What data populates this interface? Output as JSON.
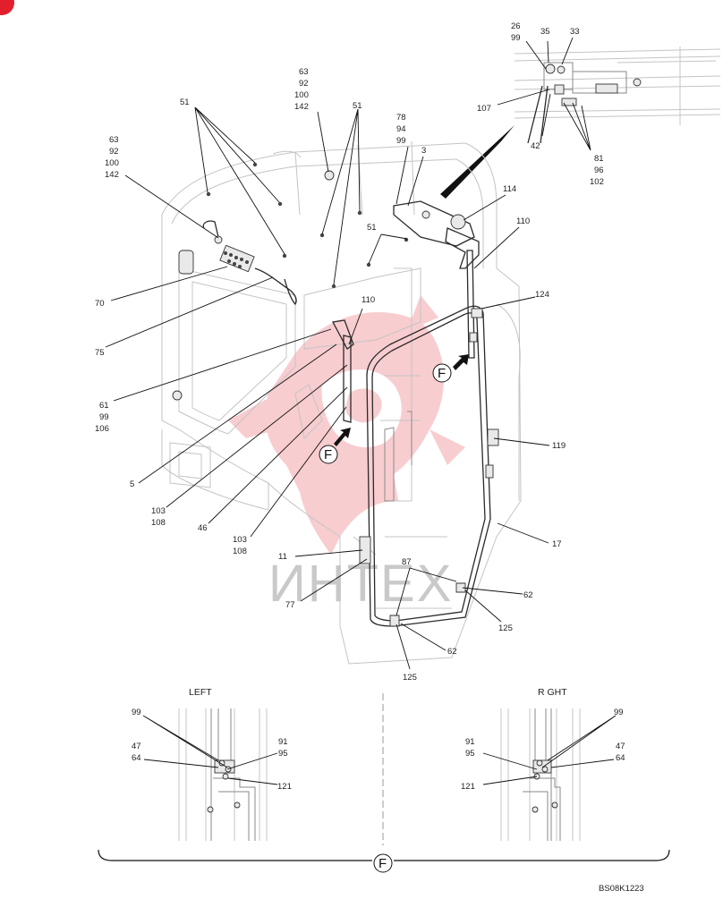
{
  "colors": {
    "watermark": "#e41f2d",
    "line": "#2a2a2a",
    "faint": "#c4c4c4"
  },
  "watermark_text": "ИНТЕХ",
  "main_labels": [
    "26",
    "99",
    "35",
    "33",
    "107",
    "42",
    "81",
    "96",
    "102",
    "63",
    "92",
    "100",
    "142",
    "51",
    "78",
    "94",
    "99",
    "3",
    "63",
    "92",
    "100",
    "142",
    "51",
    "114",
    "110",
    "51",
    "124",
    "70",
    "75",
    "110",
    "61",
    "99",
    "106",
    "5",
    "103",
    "108",
    "46",
    "103",
    "108",
    "119",
    "17",
    "11",
    "87",
    "77",
    "62",
    "125",
    "62",
    "125"
  ],
  "view_markers": [
    "F",
    "F",
    "F"
  ],
  "detail_titles": {
    "left": "LEFT",
    "right": "R GHT"
  },
  "left_labels": [
    "99",
    "47",
    "64",
    "91",
    "95",
    "121"
  ],
  "right_labels": [
    "99",
    "47",
    "64",
    "91",
    "95",
    "121"
  ],
  "code": "BS08K1223"
}
